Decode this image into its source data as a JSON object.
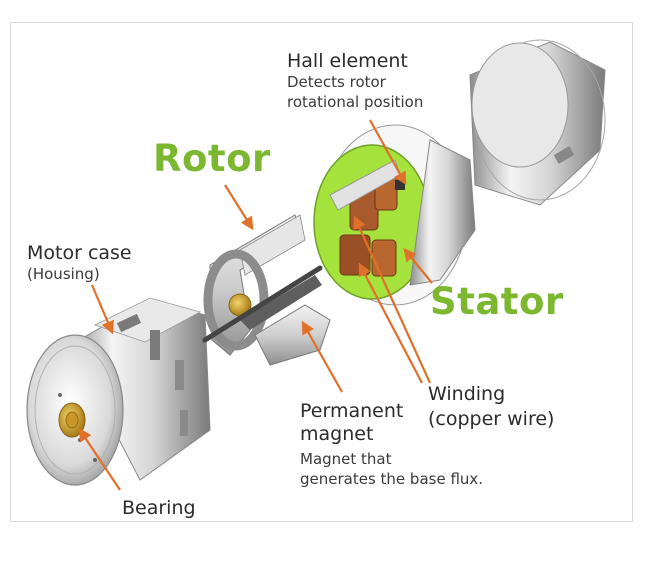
{
  "labels": {
    "hall_element": "Hall element",
    "hall_desc_1": "Detects rotor",
    "hall_desc_2": "rotational position",
    "rotor": "Rotor",
    "stator": "Stator",
    "motor_case": "Motor case",
    "motor_case_sub": "(Housing)",
    "winding_1": "Winding",
    "winding_2": "(copper wire)",
    "permanent_1": "Permanent",
    "permanent_2": "magnet",
    "magnet_desc_1": "Magnet that",
    "magnet_desc_2": "generates the base flux.",
    "bearing": "Bearing"
  },
  "colors": {
    "accent_green": "#7cb82f",
    "arrow_orange": "#e0702a",
    "copper": "#a85a2c",
    "metal": "#cfcfcf",
    "brass": "#c9a234"
  },
  "icons": {
    "motor_case": "housing-cylinder-icon",
    "rotor": "rotor-magnet-icon",
    "stator": "stator-winding-icon",
    "end_cap": "end-cap-icon",
    "bearing": "bearing-icon"
  }
}
